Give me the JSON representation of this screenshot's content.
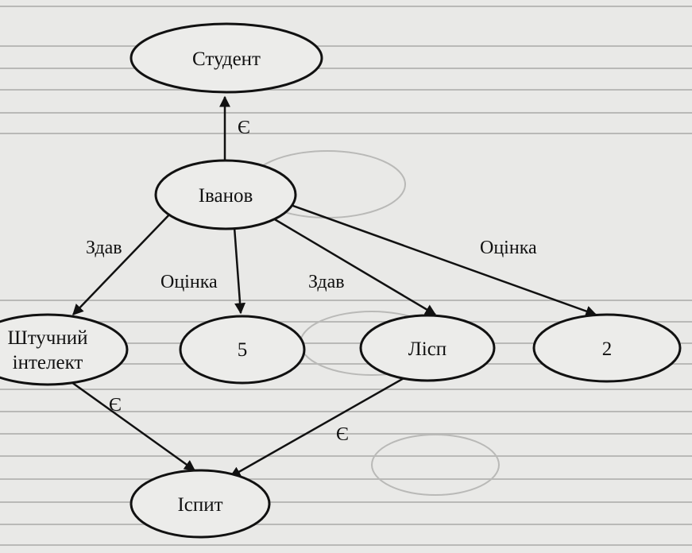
{
  "background": {
    "color": "#e9e9e7",
    "text_color": "#8a8a88"
  },
  "diagram": {
    "nodes": {
      "student": "Студент",
      "ivanov": "Іванов",
      "ai": [
        "Штучний",
        "інтелект"
      ],
      "five": "5",
      "lisp": "Лісп",
      "two": "2",
      "exam": "Іспит"
    },
    "edges": {
      "ivanov_student": "Є",
      "ivanov_ai": "Здав",
      "ivanov_five": "Оцінка",
      "ivanov_lisp": "Здав",
      "ivanov_two": "Оцінка",
      "ai_exam": "Є",
      "lisp_exam": "Є"
    }
  }
}
